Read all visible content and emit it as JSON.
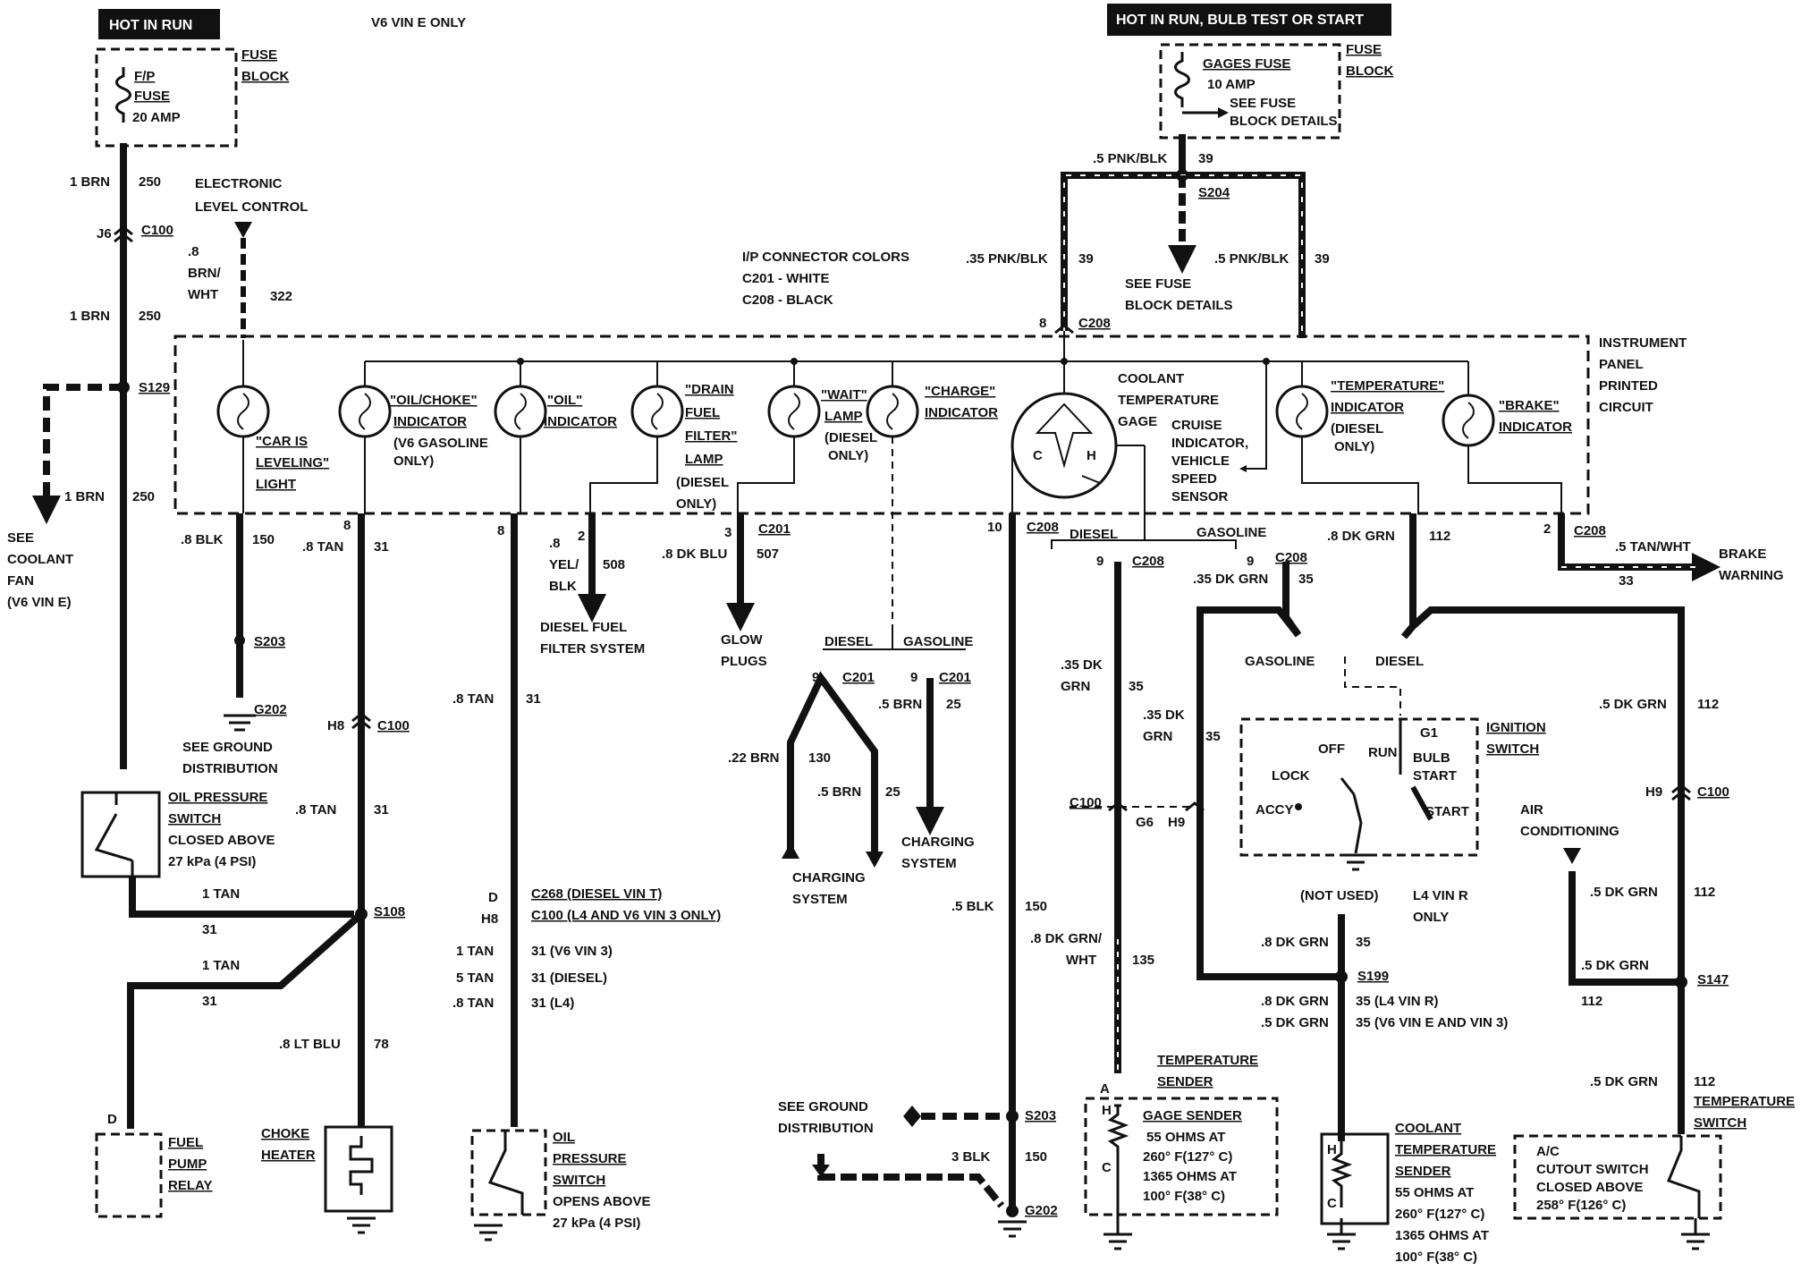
{
  "left_power": {
    "hot_label": "HOT IN RUN",
    "note": "V6 VIN E ONLY",
    "fuse_name_1": "F/P",
    "fuse_name_2": "FUSE",
    "fuse_rating": "20 AMP",
    "fuse_block_1": "FUSE",
    "fuse_block_2": "BLOCK"
  },
  "right_power": {
    "hot_label": "HOT IN RUN, BULB TEST OR START",
    "fuse_name": "GAGES FUSE",
    "fuse_rating": "10 AMP",
    "details_1": "SEE FUSE",
    "details_2": "BLOCK DETAILS",
    "fuse_block_1": "FUSE",
    "fuse_block_2": "BLOCK",
    "w1_gauge": ".5 PNK/BLK",
    "w1_circuit": "39",
    "splice": "S204",
    "w2_gauge": ".35 PNK/BLK",
    "w2_circuit": "39",
    "w3_gauge": ".5 PNK/BLK",
    "w3_circuit": "39",
    "see_1": "SEE FUSE",
    "see_2": "BLOCK DETAILS",
    "pin": "8",
    "conn": "C208"
  },
  "ip_connectors": {
    "title": "I/P CONNECTOR COLORS",
    "c201": "C201 - WHITE",
    "c208": "C208 - BLACK"
  },
  "left_feed": {
    "w1_gauge": "1 BRN",
    "w1_circuit": "250",
    "pin": "J6",
    "conn": "C100",
    "w2_gauge": "1 BRN",
    "w2_circuit": "250",
    "splice": "S129",
    "w3_gauge": "1 BRN",
    "w3_circuit": "250",
    "see_1": "SEE",
    "see_2": "COOLANT",
    "see_3": "FAN",
    "see_4": "(V6 VIN E)"
  },
  "elc": {
    "label_1": "ELECTRONIC",
    "label_2": "LEVEL CONTROL",
    "g1": ".8",
    "g2": "BRN/",
    "g3": "WHT",
    "circuit": "322"
  },
  "panel": {
    "label_1": "INSTRUMENT",
    "label_2": "PANEL",
    "label_3": "PRINTED",
    "label_4": "CIRCUIT"
  },
  "lamps": {
    "leveling_1": "\"CAR IS",
    "leveling_2": "LEVELING\"",
    "leveling_3": "LIGHT",
    "oilchoke_1": "\"OIL/CHOKE\"",
    "oilchoke_2": "INDICATOR",
    "oilchoke_3": "(V6 GASOLINE",
    "oilchoke_4": "ONLY)",
    "oil_1": "\"OIL\"",
    "oil_2": "INDICATOR",
    "drain_1": "\"DRAIN",
    "drain_2": "FUEL",
    "drain_3": "FILTER\"",
    "drain_4": "LAMP",
    "drain_5": "(DIESEL",
    "drain_6": "ONLY)",
    "wait_1": "\"WAIT\"",
    "wait_2": "LAMP",
    "wait_3": "(DIESEL",
    "wait_4": "ONLY)",
    "charge_1": "\"CHARGE\"",
    "charge_2": "INDICATOR",
    "coolant_1": "COOLANT",
    "coolant_2": "TEMPERATURE",
    "coolant_3": "GAGE",
    "cold": "C",
    "hot": "H",
    "cruise_1": "CRUISE",
    "cruise_2": "INDICATOR,",
    "cruise_3": "VEHICLE",
    "cruise_4": "SPEED",
    "cruise_5": "SENSOR",
    "temp_1": "\"TEMPERATURE\"",
    "temp_2": "INDICATOR",
    "temp_3": "(DIESEL",
    "temp_4": "ONLY)",
    "brake_1": "\"BRAKE\"",
    "brake_2": "INDICATOR"
  },
  "leveling_circuit": {
    "gauge": ".8 BLK",
    "circuit": "150",
    "splice": "S203",
    "ground": "G202",
    "see_1": "SEE GROUND",
    "see_2": "DISTRIBUTION"
  },
  "oil_circuit": {
    "pin": "8",
    "gauge": ".8 TAN",
    "circuit": "31",
    "pin2": "H8",
    "conn2": "C100",
    "switch_1": "OIL PRESSURE",
    "switch_2": "SWITCH",
    "switch_3": "CLOSED ABOVE",
    "switch_4": "27 kPa (4 PSI)",
    "w2_gauge": ".8 TAN",
    "w2_circuit": "31",
    "w3_gauge": "1 TAN",
    "w3_circuit": "31",
    "splice": "S108",
    "w4_gauge": "1 TAN",
    "w4_circuit": "31",
    "w5_gauge": ".8 LT BLU",
    "w5_circuit": "78",
    "relay_pin": "D",
    "relay_1": "FUEL",
    "relay_2": "PUMP",
    "relay_3": "RELAY",
    "choke_1": "CHOKE",
    "choke_2": "HEATER"
  },
  "oil2_circuit": {
    "pin": "8",
    "gauge": ".8 TAN",
    "circuit": "31",
    "pin_d": "D",
    "conn_c268": "C268 (DIESEL VIN T)",
    "pin_h8": "H8",
    "conn_c100": "C100 (L4 AND V6 VIN 3 ONLY)",
    "v1_gauge": "1 TAN",
    "v1_circuit": "31 (V6 VIN 3)",
    "v2_gauge": "5 TAN",
    "v2_circuit": "31 (DIESEL)",
    "v3_gauge": ".8 TAN",
    "v3_circuit": "31 (L4)",
    "switch_1": "OIL",
    "switch_2": "PRESSURE",
    "switch_3": "SWITCH",
    "switch_4": "OPENS ABOVE",
    "switch_5": "27 kPa (4 PSI)"
  },
  "diesel_filter": {
    "pin": "2",
    "g1": ".8",
    "g2": "YEL/",
    "g3": "BLK",
    "circuit": "508",
    "dest_1": "DIESEL FUEL",
    "dest_2": "FILTER SYSTEM"
  },
  "glow": {
    "pin": "3",
    "conn": "C201",
    "gauge": ".8 DK BLU",
    "circuit": "507",
    "dest_1": "GLOW",
    "dest_2": "PLUGS"
  },
  "charge_circuit": {
    "diesel": "DIESEL",
    "gasoline": "GASOLINE",
    "pin_a": "9",
    "conn_a": "C201",
    "pin_b": "9",
    "conn_b": "C201",
    "w1_gauge": ".22 BRN",
    "w1_circuit": "130",
    "w2_gauge": ".5 BRN",
    "w2_circuit": "25",
    "w3_gauge": ".5 BRN",
    "w3_circuit": "25",
    "sys_1": "CHARGING",
    "sys_2": "SYSTEM",
    "sys_3": "CHARGING",
    "sys_4": "SYSTEM"
  },
  "gage_ground": {
    "pin": "10",
    "conn": "C208",
    "gauge": ".5 BLK",
    "circuit": "150",
    "splice": "S203",
    "w2_gauge": "3 BLK",
    "w2_circuit": "150",
    "ground": "G202",
    "see_1": "SEE GROUND",
    "see_2": "DISTRIBUTION"
  },
  "temp_sender": {
    "diesel": "DIESEL",
    "gasoline": "GASOLINE",
    "pin_a": "9",
    "conn_a": "C208",
    "pin_b": "9",
    "conn_b": "C208",
    "w1_gauge": ".35 DK GRN",
    "w1_circuit": "35",
    "w2_g1": ".35 DK",
    "w2_g2": "GRN",
    "w2_circuit": "35",
    "w3_g1": ".35 DK",
    "w3_g2": "GRN",
    "w3_circuit": "35",
    "c100": "C100",
    "g6": "G6",
    "h9": "H9",
    "w4_g1": ".8 DK GRN/",
    "w4_g2": "WHT",
    "w4_circuit": "135",
    "pin_sender": "A",
    "title_1": "TEMPERATURE",
    "title_2": "SENDER",
    "gs_1": "GAGE SENDER",
    "gs_2": "55 OHMS AT",
    "gs_3": "260° F(127° C)",
    "gs_4": "1365 OHMS AT",
    "gs_5": "100° F(38° C)",
    "h": "H",
    "c": "C"
  },
  "ignition": {
    "w1_gauge": ".8 DK GRN",
    "w1_circuit": "112",
    "gasoline": "GASOLINE",
    "diesel": "DIESEL",
    "g1": "G1",
    "title_1": "IGNITION",
    "title_2": "SWITCH",
    "off": "OFF",
    "run": "RUN",
    "lock": "LOCK",
    "bulb": "BULB",
    "bstart": "START",
    "accy": "ACCY",
    "start": "START",
    "not_used": "(NOT USED)",
    "l4_1": "L4 VIN R",
    "l4_2": "ONLY",
    "w2_gauge": ".8 DK GRN",
    "w2_circuit": "35",
    "splice": "S199",
    "v1_gauge": ".8 DK GRN",
    "v1_circuit": "35 (L4 VIN R)",
    "v2_gauge": ".5 DK GRN",
    "v2_circuit": "35 (V6 VIN E AND VIN 3)",
    "cts_1": "COOLANT",
    "cts_2": "TEMPERATURE",
    "cts_3": "SENDER",
    "cts_4": "55 OHMS AT",
    "cts_5": "260° F(127° C)",
    "cts_6": "1365 OHMS AT",
    "cts_7": "100° F(38° C)",
    "h": "H",
    "c": "C"
  },
  "brake": {
    "pin": "2",
    "conn": "C208",
    "gauge": ".5 TAN/WHT",
    "circuit": "33",
    "dest_1": "BRAKE",
    "dest_2": "WARNING"
  },
  "ac_circuit": {
    "w1_gauge": ".5 DK GRN",
    "w1_circuit": "112",
    "pin": "H9",
    "conn": "C100",
    "ac_1": "AIR",
    "ac_2": "CONDITIONING",
    "w2_gauge": ".5 DK GRN",
    "w2_circuit": "112",
    "w3_gauge": ".5 DK GRN",
    "w3_circuit": "112",
    "splice": "S147",
    "w4_gauge": ".5 DK GRN",
    "w4_circuit": "112",
    "sw_1": "TEMPERATURE",
    "sw_2": "SWITCH",
    "cut_1": "A/C",
    "cut_2": "CUTOUT SWITCH",
    "cut_3": "CLOSED ABOVE",
    "cut_4": "258° F(126° C)"
  },
  "ts_gasoline": {
    "w1_gauge": ".35 DK GRN",
    "w1_circuit": "35"
  }
}
